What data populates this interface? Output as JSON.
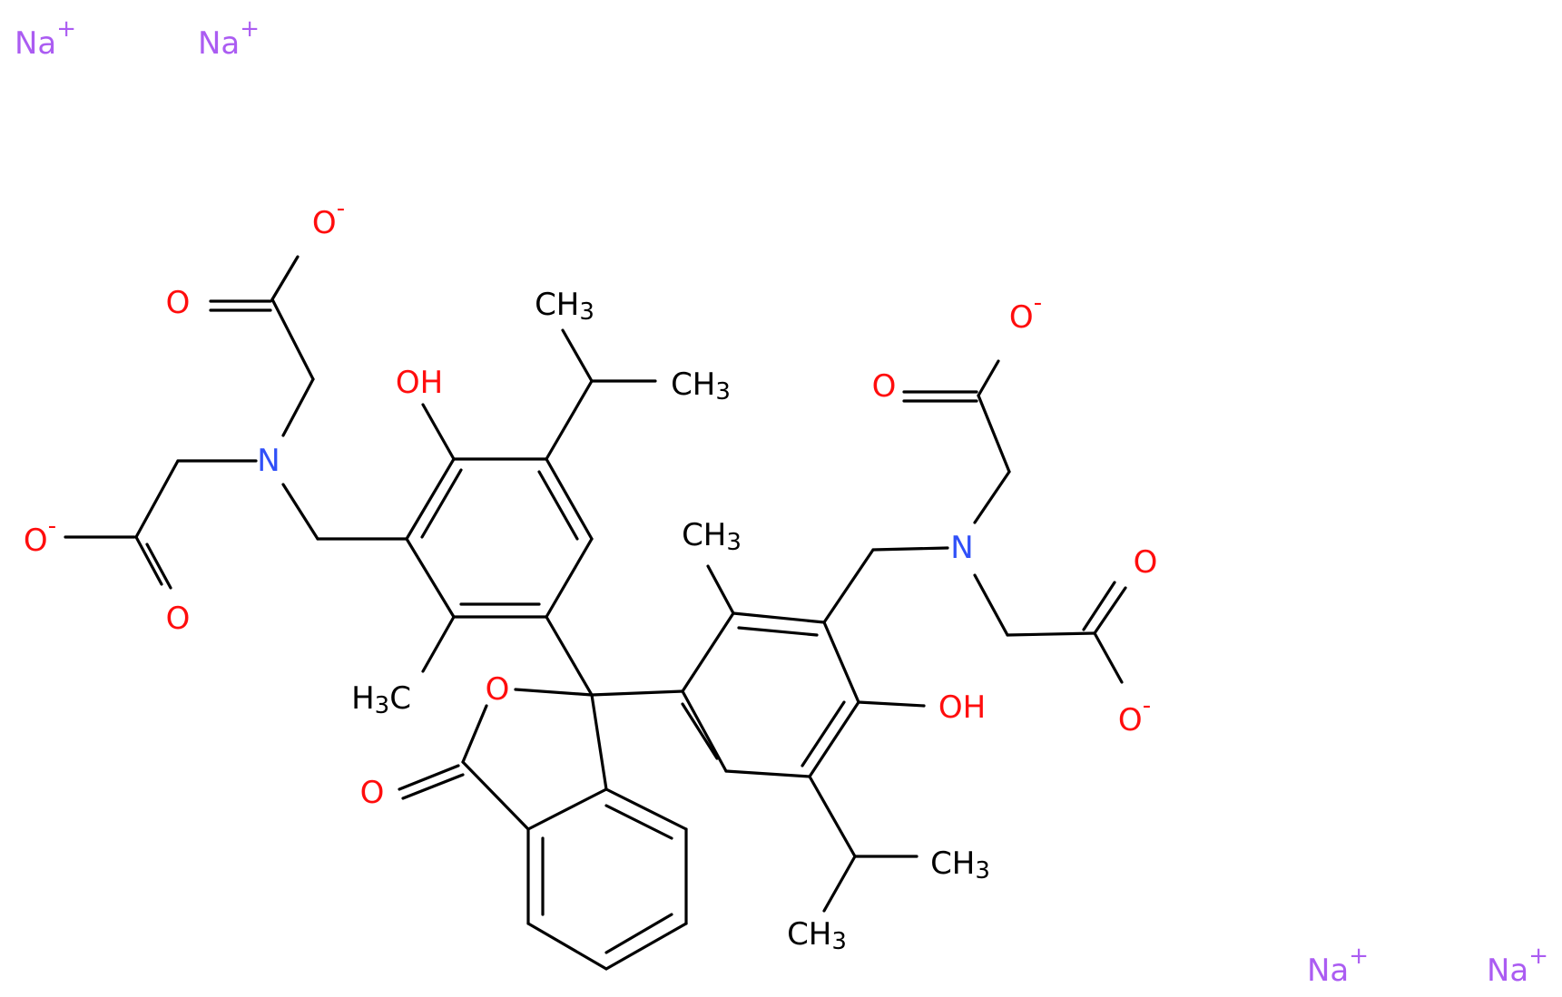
{
  "colors": {
    "bond": "#000000",
    "oxygen": "#ff0d0d",
    "nitrogen": "#3050f8",
    "sodium": "#ab5cf2",
    "carbon": "#000000"
  },
  "atom_labels": [
    {
      "id": "na1",
      "element": "Na",
      "text": "Na",
      "charge": "+",
      "color": "sodium"
    },
    {
      "id": "na2",
      "element": "Na",
      "text": "Na",
      "charge": "+",
      "color": "sodium"
    },
    {
      "id": "na3",
      "element": "Na",
      "text": "Na",
      "charge": "+",
      "color": "sodium"
    },
    {
      "id": "na4",
      "element": "Na",
      "text": "Na",
      "charge": "+",
      "color": "sodium"
    },
    {
      "id": "o_top_left_minus",
      "text": "O",
      "charge": "-",
      "color": "oxygen"
    },
    {
      "id": "o_top_left_dbl",
      "text": "O",
      "color": "oxygen"
    },
    {
      "id": "o_left_minus",
      "text": "O",
      "charge": "-",
      "color": "oxygen"
    },
    {
      "id": "o_left_dbl",
      "text": "O",
      "color": "oxygen"
    },
    {
      "id": "n_left",
      "text": "N",
      "color": "nitrogen"
    },
    {
      "id": "oh_left",
      "text": "OH",
      "color": "oxygen"
    },
    {
      "id": "ch3_top",
      "text": "CH",
      "sub": "3",
      "color": "carbon"
    },
    {
      "id": "ch3_top_right",
      "text": "CH",
      "sub": "3",
      "color": "carbon"
    },
    {
      "id": "h3c_left",
      "text": "H",
      "sub": "3",
      "tail": "C",
      "color": "carbon"
    },
    {
      "id": "o_ring",
      "text": "O",
      "color": "oxygen"
    },
    {
      "id": "o_lactone",
      "text": "O",
      "color": "oxygen"
    },
    {
      "id": "ch3_mid",
      "text": "CH",
      "sub": "3",
      "color": "carbon"
    },
    {
      "id": "o_right_top_minus",
      "text": "O",
      "charge": "-",
      "color": "oxygen"
    },
    {
      "id": "o_right_top_dbl",
      "text": "O",
      "color": "oxygen"
    },
    {
      "id": "n_right",
      "text": "N",
      "color": "nitrogen"
    },
    {
      "id": "o_right_dbl",
      "text": "O",
      "color": "oxygen"
    },
    {
      "id": "o_right_minus",
      "text": "O",
      "charge": "-",
      "color": "oxygen"
    },
    {
      "id": "oh_right",
      "text": "OH",
      "color": "oxygen"
    },
    {
      "id": "ch3_bottom_right",
      "text": "CH",
      "sub": "3",
      "color": "carbon"
    },
    {
      "id": "ch3_bottom",
      "text": "CH",
      "sub": "3",
      "color": "carbon"
    }
  ]
}
